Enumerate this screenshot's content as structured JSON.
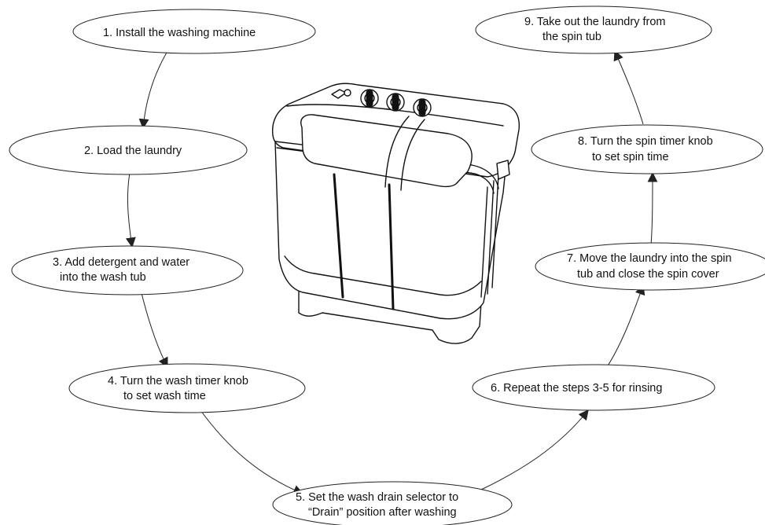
{
  "steps": [
    {
      "id": 1,
      "lines": [
        "1. Install the washing machine"
      ]
    },
    {
      "id": 2,
      "lines": [
        "2. Load the laundry"
      ]
    },
    {
      "id": 3,
      "lines": [
        "3. Add detergent and water",
        "into the wash tub"
      ]
    },
    {
      "id": 4,
      "lines": [
        "4. Turn the wash timer knob",
        "to set wash time"
      ]
    },
    {
      "id": 5,
      "lines": [
        "5. Set the wash drain selector to",
        "“Drain” position after washing"
      ]
    },
    {
      "id": 6,
      "lines": [
        "6. Repeat the steps 3-5 for rinsing"
      ]
    },
    {
      "id": 7,
      "lines": [
        "7. Move the laundry into the spin",
        "tub and close the spin cover"
      ]
    },
    {
      "id": 8,
      "lines": [
        "8. Turn the spin timer knob",
        "to set spin time"
      ]
    },
    {
      "id": 9,
      "lines": [
        "9. Take out the laundry from",
        "the spin tub"
      ]
    }
  ],
  "illustration": {
    "subject": "twin-tub-washing-machine",
    "knob_count": 3
  }
}
